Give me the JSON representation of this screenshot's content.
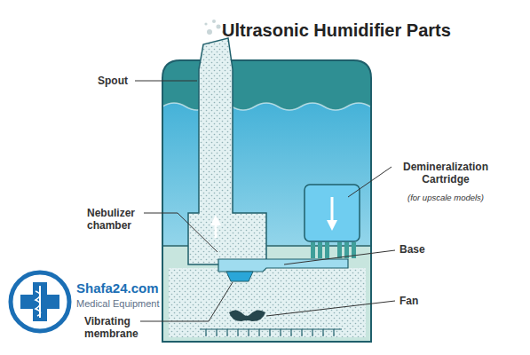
{
  "diagram": {
    "title": "Ultrasonic Humidifier Parts",
    "labels": [
      "Spout",
      "Nebulizer chamber",
      "Demineralization Cartridge",
      "(for upscale models)",
      "Base",
      "Fan",
      "Vibrating membrane",
      "Shafa24.com",
      "Medical Equipment"
    ]
  }
}
